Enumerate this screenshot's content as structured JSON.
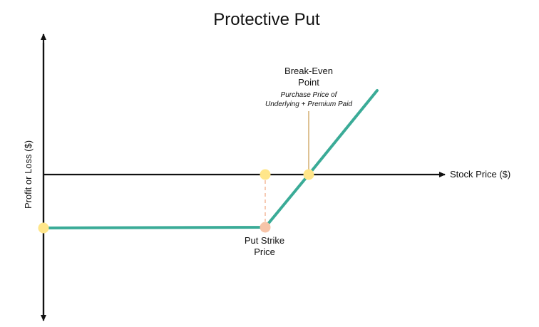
{
  "chart_data": {
    "type": "line",
    "title": "Protective Put",
    "xlabel": "Stock Price ($)",
    "ylabel": "Profit or Loss ($)",
    "grid": false,
    "series": [
      {
        "color": "#3aab97",
        "points": [
          {
            "x": 0,
            "y": -75
          },
          {
            "x": 311,
            "y": -74
          },
          {
            "x": 372,
            "y": 0
          },
          {
            "x": 468,
            "y": 118
          }
        ]
      }
    ],
    "markers": [
      {
        "x": 0,
        "y": -75,
        "color": "#ffe68a"
      },
      {
        "x": 311,
        "y": 0,
        "color": "#ffe68a"
      },
      {
        "x": 311,
        "y": -74,
        "color": "#f7c4a8"
      },
      {
        "x": 372,
        "y": 0,
        "color": "#ffe68a"
      }
    ],
    "annotations": {
      "break_even_title_line1": "Break-Even",
      "break_even_title_line2": "Point",
      "break_even_note_line1": "Purchase Price of",
      "break_even_note_line2": "Underlying + Premium Paid",
      "put_strike_line1": "Put Strike",
      "put_strike_line2": "Price"
    },
    "colors": {
      "payoff_line": "#3aab97",
      "axis": "#111111",
      "marker_yellow": "#ffe68a",
      "marker_peach": "#f7c4a8",
      "strike_dash": "#f4b99a",
      "break_even_line": "#c99a4e"
    }
  }
}
